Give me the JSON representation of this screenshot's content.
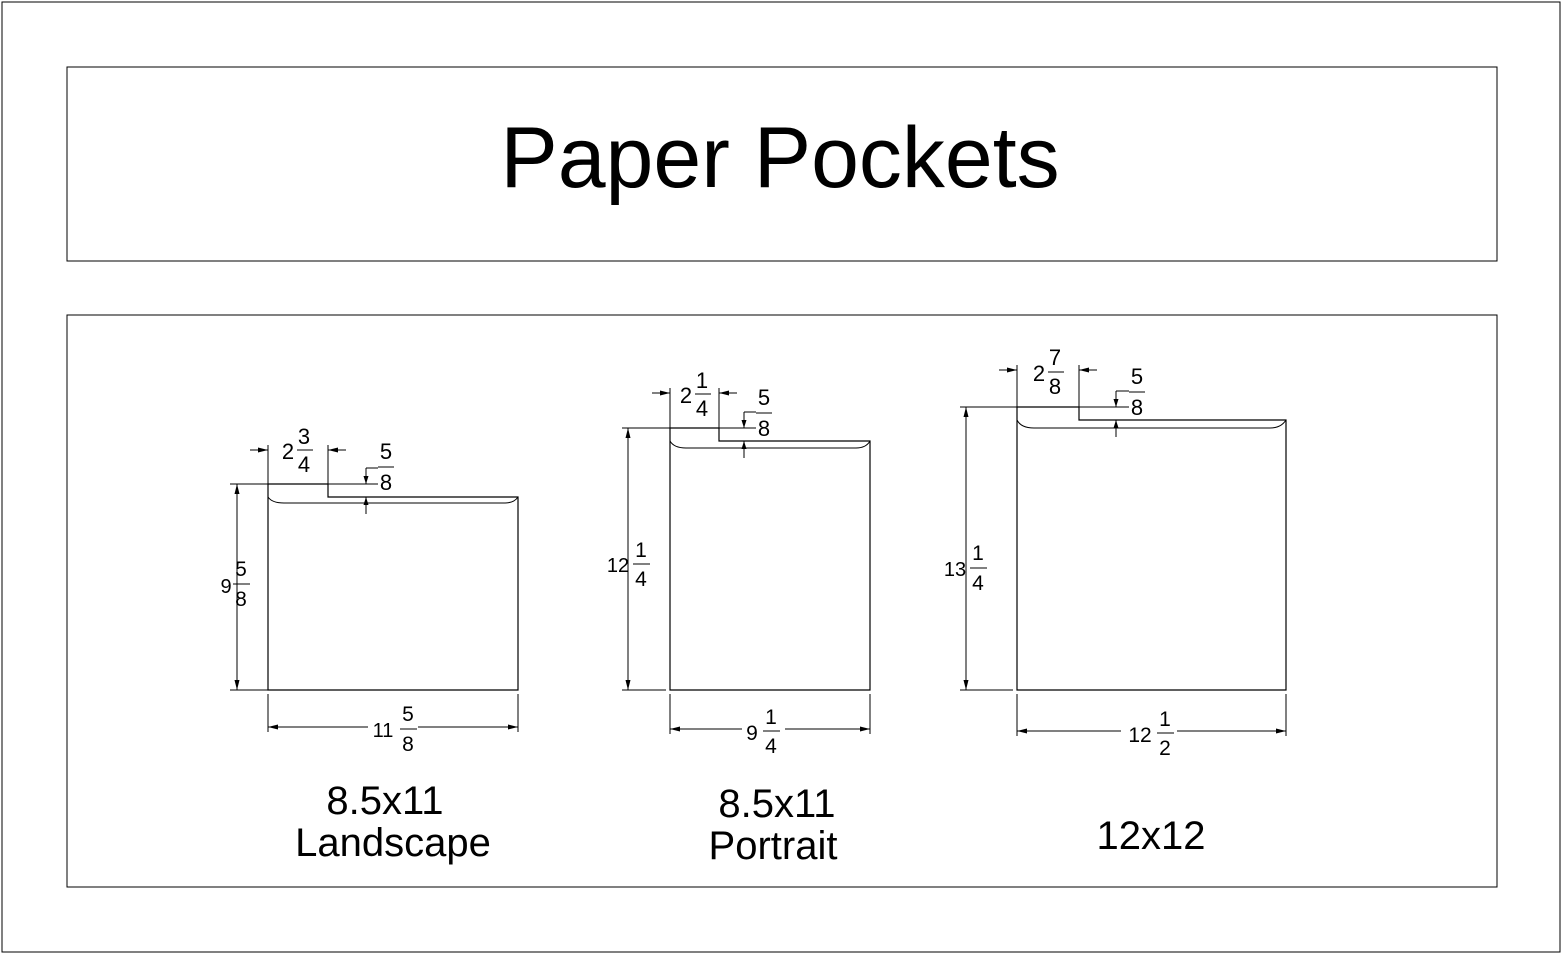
{
  "title": "Paper Pockets",
  "pockets": [
    {
      "id": "landscape",
      "name_line1": "8.5x11",
      "name_line2": "Landscape",
      "height": {
        "whole": "9",
        "num": "5",
        "den": "8"
      },
      "width": {
        "whole": "11",
        "num": "5",
        "den": "8"
      },
      "tab_offset": {
        "whole": "2",
        "num": "3",
        "den": "4"
      },
      "tab_depth": {
        "whole": "",
        "num": "5",
        "den": "8"
      }
    },
    {
      "id": "portrait",
      "name_line1": "8.5x11",
      "name_line2": "Portrait",
      "height": {
        "whole": "12",
        "num": "1",
        "den": "4"
      },
      "width": {
        "whole": "9",
        "num": "1",
        "den": "4"
      },
      "tab_offset": {
        "whole": "2",
        "num": "1",
        "den": "4"
      },
      "tab_depth": {
        "whole": "",
        "num": "5",
        "den": "8"
      }
    },
    {
      "id": "square",
      "name_line1": "12x12",
      "name_line2": "",
      "height": {
        "whole": "13",
        "num": "1",
        "den": "4"
      },
      "width": {
        "whole": "12",
        "num": "1",
        "den": "2"
      },
      "tab_offset": {
        "whole": "2",
        "num": "7",
        "den": "8"
      },
      "tab_depth": {
        "whole": "",
        "num": "5",
        "den": "8"
      }
    }
  ]
}
